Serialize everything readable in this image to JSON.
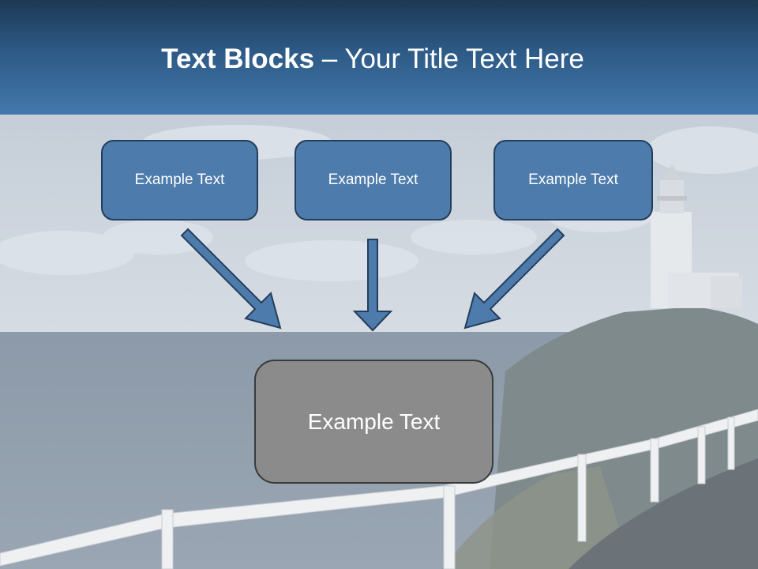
{
  "slide": {
    "title_bold": "Text Blocks",
    "title_rest": " – Your Title Text Here",
    "boxes": [
      {
        "label": "Example Text"
      },
      {
        "label": "Example Text"
      },
      {
        "label": "Example Text"
      }
    ],
    "bottom_box": {
      "label": "Example Text"
    }
  },
  "colors": {
    "title_band": "#2d5a86",
    "box_fill": "#4d7bab",
    "box_border": "#233e5c",
    "bottom_box_fill": "#8b8b8b",
    "arrow_fill": "#4d7bab"
  }
}
